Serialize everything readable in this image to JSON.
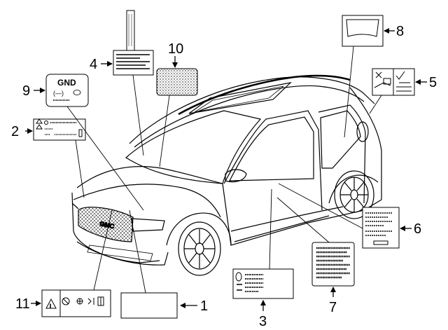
{
  "callouts": [
    "1",
    "2",
    "3",
    "4",
    "5",
    "6",
    "7",
    "8",
    "9",
    "10",
    "11"
  ],
  "label9": {
    "title": "GND",
    "line1": "(—)"
  }
}
